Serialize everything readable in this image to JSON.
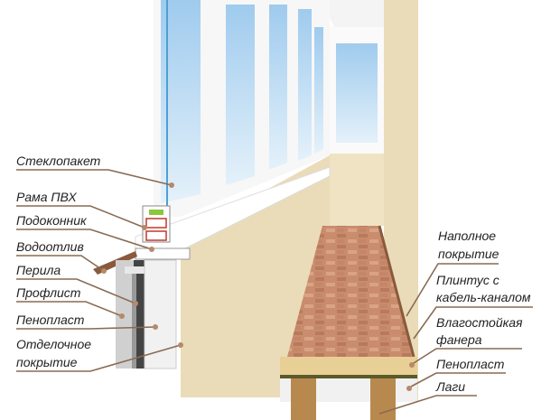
{
  "colors": {
    "wall": "#eadcb8",
    "brick": "#c98c6c",
    "plywood": "#e7cf96",
    "foam": "#f1f1f1",
    "lag": "#b8894e",
    "glass": "#bcdcf2",
    "leader": "#8a6a52"
  },
  "left_labels": [
    {
      "id": "glass-unit",
      "lines": [
        "Стеклопакет"
      ]
    },
    {
      "id": "pvc-frame",
      "lines": [
        "Рама ПВХ"
      ]
    },
    {
      "id": "windowsill",
      "lines": [
        "Подоконник"
      ]
    },
    {
      "id": "drip-sill",
      "lines": [
        "Водоотлив"
      ]
    },
    {
      "id": "railing",
      "lines": [
        "Перила"
      ]
    },
    {
      "id": "profiled-sheet",
      "lines": [
        "Профлист"
      ]
    },
    {
      "id": "foam",
      "lines": [
        "Пенопласт"
      ]
    },
    {
      "id": "finish",
      "lines": [
        "Отделочное",
        "покрытие"
      ]
    }
  ],
  "right_labels": [
    {
      "id": "floor-covering",
      "lines": [
        "Наполное",
        "покрытие"
      ]
    },
    {
      "id": "skirting",
      "lines": [
        "Плинтус с",
        "кабель-каналом"
      ]
    },
    {
      "id": "plywood",
      "lines": [
        "Влагостойкая",
        "фанера"
      ]
    },
    {
      "id": "foam",
      "lines": [
        "Пенопласт"
      ]
    },
    {
      "id": "joists",
      "lines": [
        "Лаги"
      ]
    }
  ]
}
